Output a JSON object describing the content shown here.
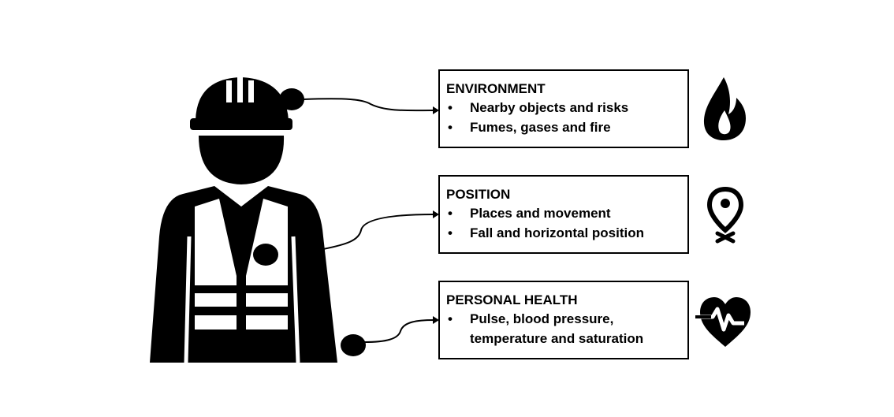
{
  "boxes": [
    {
      "title": "ENVIRONMENT",
      "items": [
        "Nearby objects and risks",
        "Fumes, gases and fire"
      ],
      "icon": "fire-icon"
    },
    {
      "title": "POSITION",
      "items": [
        "Places and movement",
        "Fall and horizontal  position"
      ],
      "icon": "location-pin-icon"
    },
    {
      "title": "PERSONAL HEALTH",
      "items": [
        "Pulse, blood pressure,",
        "temperature and saturation"
      ],
      "icon": "heart-pulse-icon"
    }
  ],
  "figure": {
    "icon": "construction-worker-icon",
    "sensors": 3
  },
  "bullet": "•",
  "colors": {
    "ink": "#000000",
    "background": "#ffffff"
  }
}
